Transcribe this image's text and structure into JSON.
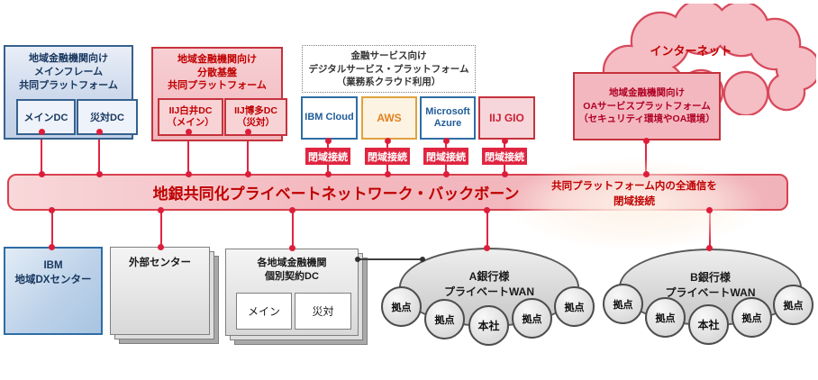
{
  "diagram": {
    "mainframe_platform": {
      "title": "地域金融機関向け\nメインフレーム\n共同プラットフォーム",
      "dc_main": "メインDC",
      "dc_dr": "災対DC"
    },
    "distributed_platform": {
      "title": "地域金融機関向け\n分散基盤\n共同プラットフォーム",
      "dc_main": "IIJ白井DC\n（メイン）",
      "dc_dr": "IIJ博多DC\n（災対）"
    },
    "digital_platform": {
      "title": "金融サービス向け\nデジタルサービス・プラットフォーム\n（業務系クラウド利用）",
      "clouds": [
        {
          "label": "IBM Cloud"
        },
        {
          "label": "AWS"
        },
        {
          "label": "Microsoft\nAzure"
        },
        {
          "label": "IIJ GIO"
        }
      ]
    },
    "closed_connection_label": "閉域接続",
    "internet": {
      "label": "インターネット",
      "oa_platform": "地域金融機関向け\nOAサービスプラットフォーム\n（セキュリティ環境やOA環境）"
    },
    "backbone": {
      "title": "地銀共同化プライベートネットワーク・バックボーン",
      "note": "共同プラットフォーム内の全通信を\n閉域接続"
    },
    "bottom": {
      "ibm_dx_center": "IBM\n地域DXセンター",
      "external_center": "外部センター",
      "individual_dc": {
        "title": "各地域金融機関\n個別契約DC",
        "dc_main": "メイン",
        "dc_dr": "災対"
      },
      "wan_a": {
        "title": "A銀行様\nプライベートWAN",
        "nodes": [
          "拠点",
          "拠点",
          "本社",
          "拠点",
          "拠点"
        ]
      },
      "wan_b": {
        "title": "B銀行様\nプライベートWAN",
        "nodes": [
          "拠点",
          "拠点",
          "本社",
          "拠点",
          "拠点"
        ]
      }
    },
    "colors": {
      "line_red": "#e02540",
      "badge_red": "#e02540",
      "text_red": "#c00000",
      "blue_border": "#36618e",
      "blue_text": "#17375e",
      "aws_orange": "#e0821e",
      "pink_fill": "#f3b8bf",
      "gray_fill": "#e4e4e4"
    }
  }
}
